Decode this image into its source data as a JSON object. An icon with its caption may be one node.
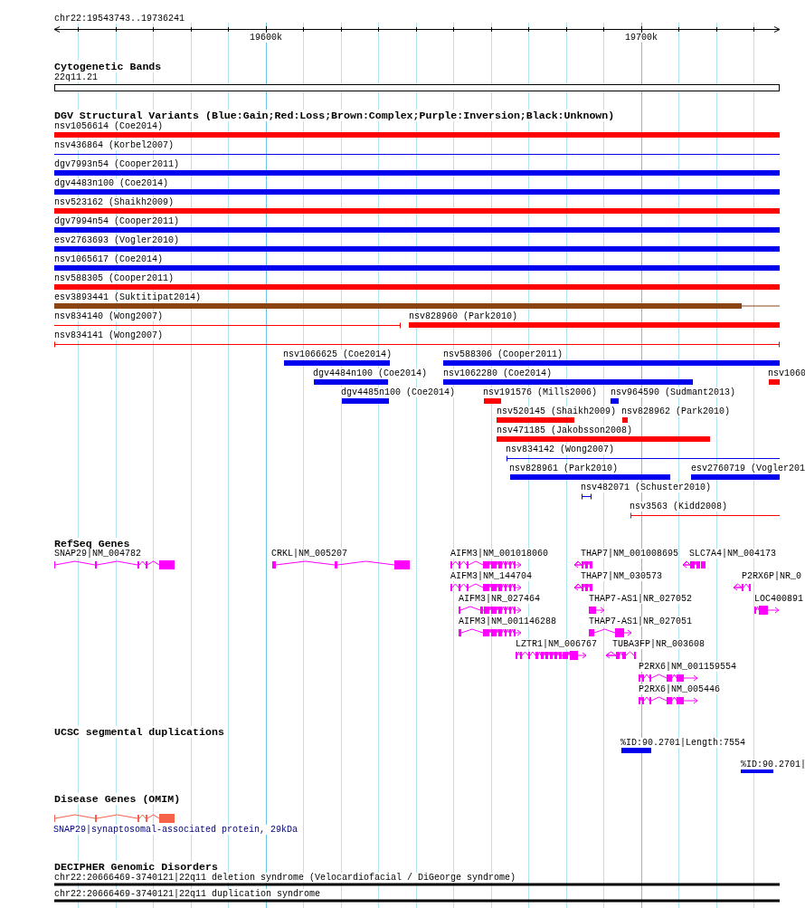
{
  "diagram": {
    "labels": [
      "chr22:19543743..19736241",
      "19600k",
      "19700k",
      "Cytogenetic Bands",
      "22q11.21",
      "DGV Structural Variants (Blue:Gain;Red:Loss;Brown:Complex;Purple:Inversion;Black:Unknown)",
      "nsv1056614 (Coe2014)",
      "nsv436864 (Korbel2007)",
      "dgv7993n54 (Cooper2011)",
      "dgv4483n100 (Coe2014)",
      "nsv523162 (Shaikh2009)",
      "dgv7994n54 (Cooper2011)",
      "esv2763693 (Vogler2010)",
      "nsv1065617 (Coe2014)",
      "nsv588305 (Cooper2011)",
      "esv3893441 (Suktitipat2014)",
      "nsv834140 (Wong2007)",
      "nsv828960 (Park2010)",
      "nsv834141 (Wong2007)",
      "nsv1066625 (Coe2014)",
      "nsv588306 (Cooper2011)",
      "dgv4484n100 (Coe2014)",
      "nsv1062280 (Coe2014)",
      "nsv1060",
      "dgv4485n100 (Coe2014)",
      "nsv191576 (Mills2006)",
      "nsv964590 (Sudmant2013)",
      "nsv520145 (Shaikh2009)",
      "nsv828962 (Park2010)",
      "nsv471185 (Jakobsson2008)",
      "nsv834142 (Wong2007)",
      "nsv828961 (Park2010)",
      "esv2760719 (Vogler201",
      "nsv482071 (Schuster2010)",
      "nsv3563 (Kidd2008)",
      "RefSeq Genes",
      "SNAP29|NM_004782",
      "CRKL|NM_005207",
      "AIFM3|NM_001018060",
      "THAP7|NM_001008695",
      "SLC7A4|NM_004173",
      "AIFM3|NM_144704",
      "THAP7|NM_030573",
      "P2RX6P|NR_0",
      "AIFM3|NR_027464",
      "THAP7-AS1|NR_027052",
      "LOC400891",
      "AIFM3|NM_001146288",
      "THAP7-AS1|NR_027051",
      "LZTR1|NM_006767",
      "TUBA3FP|NR_003608",
      "P2RX6|NM_001159554",
      "P2RX6|NM_005446",
      "UCSC segmental duplications",
      "%ID:90.2701|Length:7554",
      "%ID:90.2701|",
      "Disease Genes (OMIM)",
      "SNAP29|synaptosomal-associated protein, 29kDa",
      "DECIPHER Genomic Disorders",
      "chr22:20666469-3740121|22q11 deletion syndrome (Velocardiofacial / DiGeorge syndrome)",
      "chr22:20666469-3740121|22q11 duplication syndrome"
    ]
  }
}
